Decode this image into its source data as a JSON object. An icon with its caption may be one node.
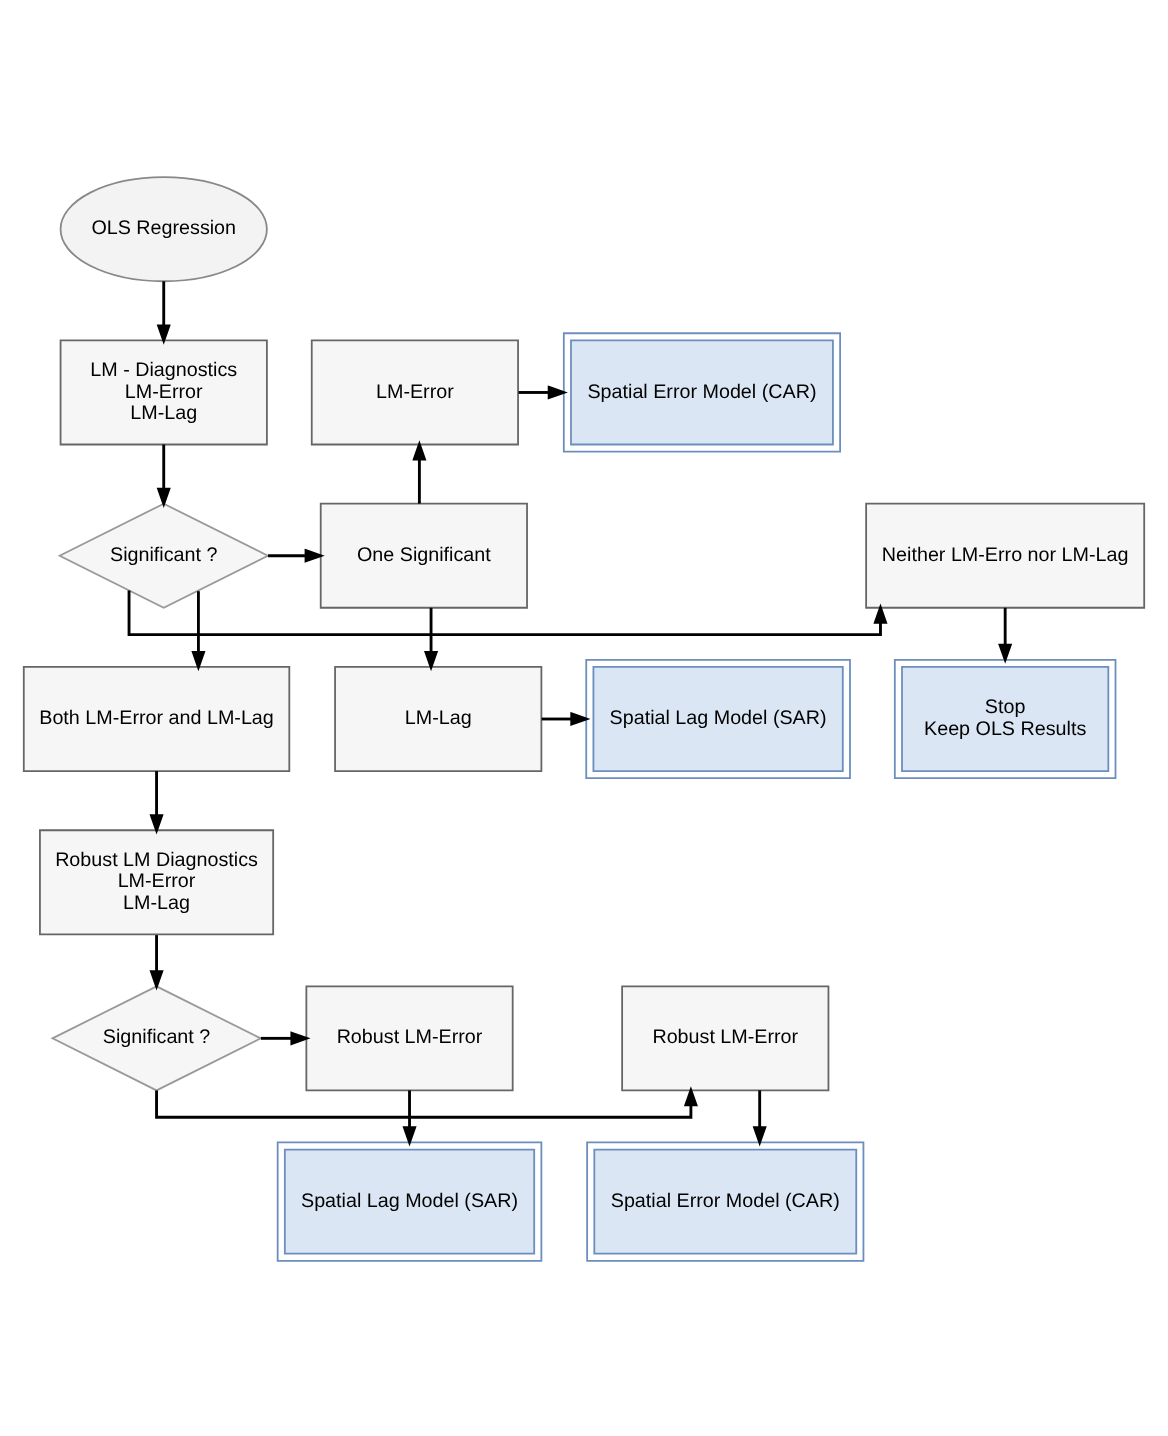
{
  "diagram": {
    "nodes": [
      {
        "text": [
          "OLS Regression"
        ]
      },
      {
        "text": [
          "LM - Diagnostics",
          "LM-Error",
          "LM-Lag"
        ]
      },
      {
        "text": [
          "LM-Error"
        ]
      },
      {
        "text": [
          "Spatial Error Model (CAR)"
        ]
      },
      {
        "text": [
          "Neither LM-Erro nor LM-Lag"
        ]
      },
      {
        "text": [
          "Significant ?"
        ]
      },
      {
        "text": [
          "One Significant"
        ]
      },
      {
        "text": [
          "Stop",
          "Keep OLS Results"
        ]
      },
      {
        "text": [
          "Both LM-Error and LM-Lag"
        ]
      },
      {
        "text": [
          "LM-Lag"
        ]
      },
      {
        "text": [
          "Spatial Lag Model (SAR)"
        ]
      },
      {
        "text": [
          "Robust LM Diagnostics",
          "LM-Error",
          "LM-Lag"
        ]
      },
      {
        "text": [
          "Robust LM-Error"
        ]
      },
      {
        "text": [
          "Significant ?"
        ]
      },
      {
        "text": [
          "Robust LM-Error"
        ]
      },
      {
        "text": [
          "Spatial Error Model (CAR)"
        ]
      },
      {
        "text": [
          "Spatial Lag Model (SAR)"
        ]
      }
    ],
    "edges": [
      {
        "from": 0,
        "to": 1,
        "arrow": "to"
      },
      {
        "from": 1,
        "to": 5,
        "arrow": "to"
      },
      {
        "from": 5,
        "to": 4,
        "arrow": "to"
      },
      {
        "from": 5,
        "to": 6,
        "arrow": "to"
      },
      {
        "from": 5,
        "to": 8,
        "arrow": "to"
      },
      {
        "from": 6,
        "to": 2,
        "arrow": "to"
      },
      {
        "from": 6,
        "to": 9,
        "arrow": "to"
      },
      {
        "from": 2,
        "to": 3,
        "arrow": "to"
      },
      {
        "from": 9,
        "to": 10,
        "arrow": "to"
      },
      {
        "from": 4,
        "to": 7,
        "arrow": "to"
      },
      {
        "from": 8,
        "to": 11,
        "arrow": "to"
      },
      {
        "from": 11,
        "to": 13,
        "arrow": "to"
      },
      {
        "from": 13,
        "to": 12,
        "arrow": "to"
      },
      {
        "from": 13,
        "to": 14,
        "arrow": "to"
      },
      {
        "from": 12,
        "to": 15,
        "arrow": "to"
      },
      {
        "from": 14,
        "to": 16,
        "arrow": "to"
      }
    ]
  }
}
